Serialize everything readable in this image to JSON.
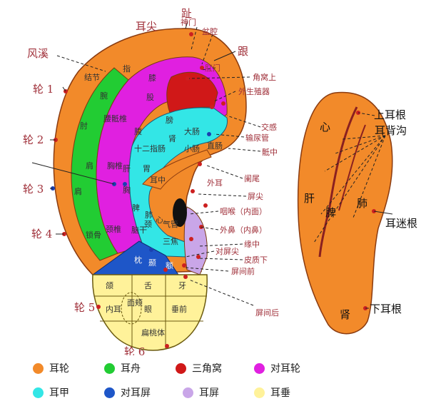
{
  "front_labels": {
    "zhi": "趾",
    "ershen": "耳尖",
    "shenmen": "神门",
    "penqiang": "盆腔",
    "gen": "跟",
    "fengxi": "风溪",
    "gangmen": "肛门",
    "jiaowoshang": "角窝上",
    "waishengzhiqi": "外生殖器",
    "lun1": "轮 1",
    "lun2": "轮 2",
    "lun3": "轮 3",
    "lun4": "轮 4",
    "lun5": "轮 5",
    "lun6": "轮 6",
    "jiaogan": "交感",
    "shuniaoguan": "输尿管",
    "dizhong": "骶中",
    "lanwei": "阑尾",
    "waier": "外耳",
    "pingjian": "屏尖",
    "yanhou": "咽喉（内面）",
    "waibi": "外鼻（内鼻）",
    "yuanzhong": "缘中",
    "duipingjian": "对屏尖",
    "pizhixia": "皮质下",
    "pingjianqian": "屏间前",
    "pingjianhou": "屏间后"
  },
  "inner_labels": {
    "jiejie": "结节",
    "zhi2": "指",
    "wan": "腕",
    "zhou": "肘",
    "jian": "肩",
    "suogu": "锁骨",
    "jian2": "肩",
    "xiaoji": "膝",
    "gu": "股",
    "yaodizhui": "腰骶椎",
    "fuwai": "腹",
    "xiongzhui": "胸椎",
    "xiong": "胸",
    "jingzhui": "颈椎",
    "jing": "颈",
    "gan": "肝",
    "pi": "脾",
    "wei": "胃",
    "shen": "肾",
    "dachang": "大肠",
    "xiaochang": "小肠",
    "shierzhichang": "十二指肠",
    "pang": "膀",
    "zhichang": "直肠",
    "erzhong": "耳中",
    "fei": "肺",
    "xin": "心",
    "qiguan": "气管",
    "sanjiao": "三焦",
    "naogan": "脑干",
    "zhen": "枕",
    "nie": "颞",
    "e": "额",
    "he": "颌",
    "she": "舌",
    "ya": "牙",
    "neier": "内耳",
    "mianjia": "面颊",
    "yan": "眼",
    "chuiqian": "垂前",
    "biantaoti": "扁桃体"
  },
  "back_labels": {
    "shangergen": "上耳根",
    "erbeigou": "耳背沟",
    "xin": "心",
    "gan": "肝",
    "pi": "脾",
    "fei": "肺",
    "ermigen": "耳迷根",
    "shen": "肾",
    "xiaergen": "下耳根"
  },
  "legend": [
    {
      "label": "耳轮",
      "color": "#f28a2a"
    },
    {
      "label": "耳舟",
      "color": "#22cc33"
    },
    {
      "label": "三角窝",
      "color": "#d01818"
    },
    {
      "label": "对耳轮",
      "color": "#e020e0"
    },
    {
      "label": "耳甲",
      "color": "#33e6e6"
    },
    {
      "label": "对耳屏",
      "color": "#1e56c8"
    },
    {
      "label": "耳屏",
      "color": "#c9a6e8"
    },
    {
      "label": "耳垂",
      "color": "#fff29a"
    }
  ]
}
